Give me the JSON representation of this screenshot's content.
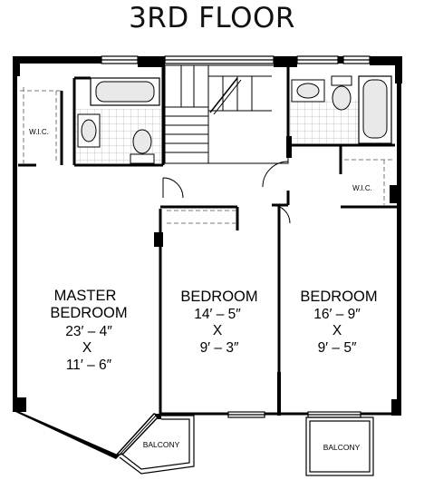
{
  "title": "3RD FLOOR",
  "rooms": {
    "master": {
      "line1": "MASTER",
      "line2": "BEDROOM",
      "dim1": "23′ – 4″",
      "times": "X",
      "dim2": "11′ – 6″"
    },
    "bedroom2": {
      "line1": "BEDROOM",
      "dim1": "14′ – 5″",
      "times": "X",
      "dim2": "9′ – 3″"
    },
    "bedroom3": {
      "line1": "BEDROOM",
      "dim1": "16′ – 9″",
      "times": "X",
      "dim2": "9′ – 5″"
    }
  },
  "wic_left": "W.I.C.",
  "wic_right": "W.I.C.",
  "balcony_left": "BALCONY",
  "balcony_right": "BALCONY",
  "colors": {
    "wall": "#000000",
    "line": "#000000",
    "dash": "#555555",
    "tile": "#c9c9c9",
    "fixture": "#e9e9e9"
  }
}
